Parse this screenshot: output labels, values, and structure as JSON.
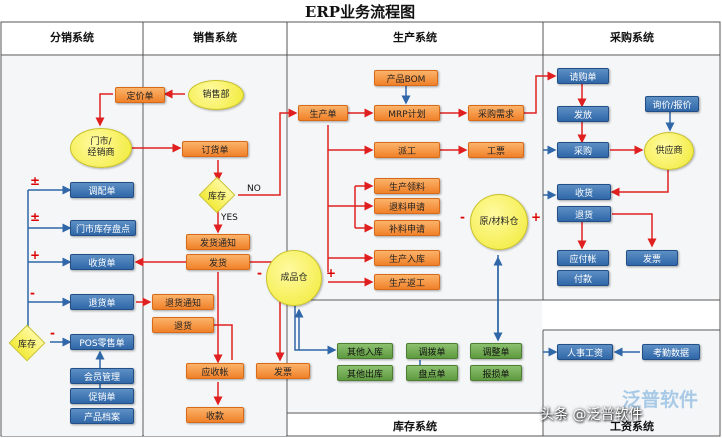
{
  "title": "ERP业务流程图",
  "sections": {
    "distribution": "分销系统",
    "sales": "销售系统",
    "production": "生产系统",
    "purchasing": "采购系统",
    "inventory": "库存系统",
    "payroll": "工资系统"
  },
  "distribution": {
    "dept_name": "门市/\n经销商",
    "inventory_decision": "库存",
    "transfer": "调配单",
    "store_stocktake": "门市库存盘点",
    "receipt": "收货单",
    "return": "退货单",
    "pos": "POS零售单",
    "member": "会员管理",
    "promotion": "促销单",
    "product_archive": "产品档案"
  },
  "sales": {
    "dept": "销售部",
    "price": "定价单",
    "order": "订货单",
    "stock_check": "库存",
    "yes": "YES",
    "no": "NO",
    "ship_notice": "发货通知",
    "ship": "发货",
    "return_notice": "退货通知",
    "return": "退货",
    "receivable": "应收帐",
    "invoice": "发票",
    "collection": "收款",
    "finished_goods": "成品仓"
  },
  "production": {
    "bom": "产品BOM",
    "mrp": "MRP计划",
    "prod_order": "生产单",
    "purchase_need": "采购需求",
    "dispatch": "派工",
    "work_ticket": "工票",
    "pick": "生产领料",
    "return_material": "退料申请",
    "supplement": "补料申请",
    "warehouse_in": "生产入库",
    "rework": "生产返工",
    "material_wh": "原/材料仓"
  },
  "purchasing": {
    "requisition": "请购单",
    "issue": "发放",
    "purchase": "采购",
    "inquiry": "询价/报价",
    "supplier": "供应商",
    "receive": "收货",
    "return": "退货",
    "payable": "应付帐",
    "pay": "付款",
    "invoice": "发票"
  },
  "inventory": {
    "other_in": "其他入库",
    "transfer": "调拨单",
    "adjust": "调整单",
    "other_out": "其他出库",
    "stocktake": "盘点单",
    "loss": "报损单"
  },
  "payroll": {
    "labor": "人事工资",
    "attendance": "考勤数据"
  },
  "symbols": {
    "plus": "+",
    "minus": "-",
    "plusminus": "±"
  },
  "watermark": "头条 @泛普软件",
  "logo_text": "泛普软件",
  "colors": {
    "orange": "#f0812a",
    "blue": "#2f67a8",
    "green": "#5e9a3f",
    "yellow": "#f0ea35",
    "arrow_red": "#e02020",
    "arrow_blue": "#2f67a8"
  }
}
